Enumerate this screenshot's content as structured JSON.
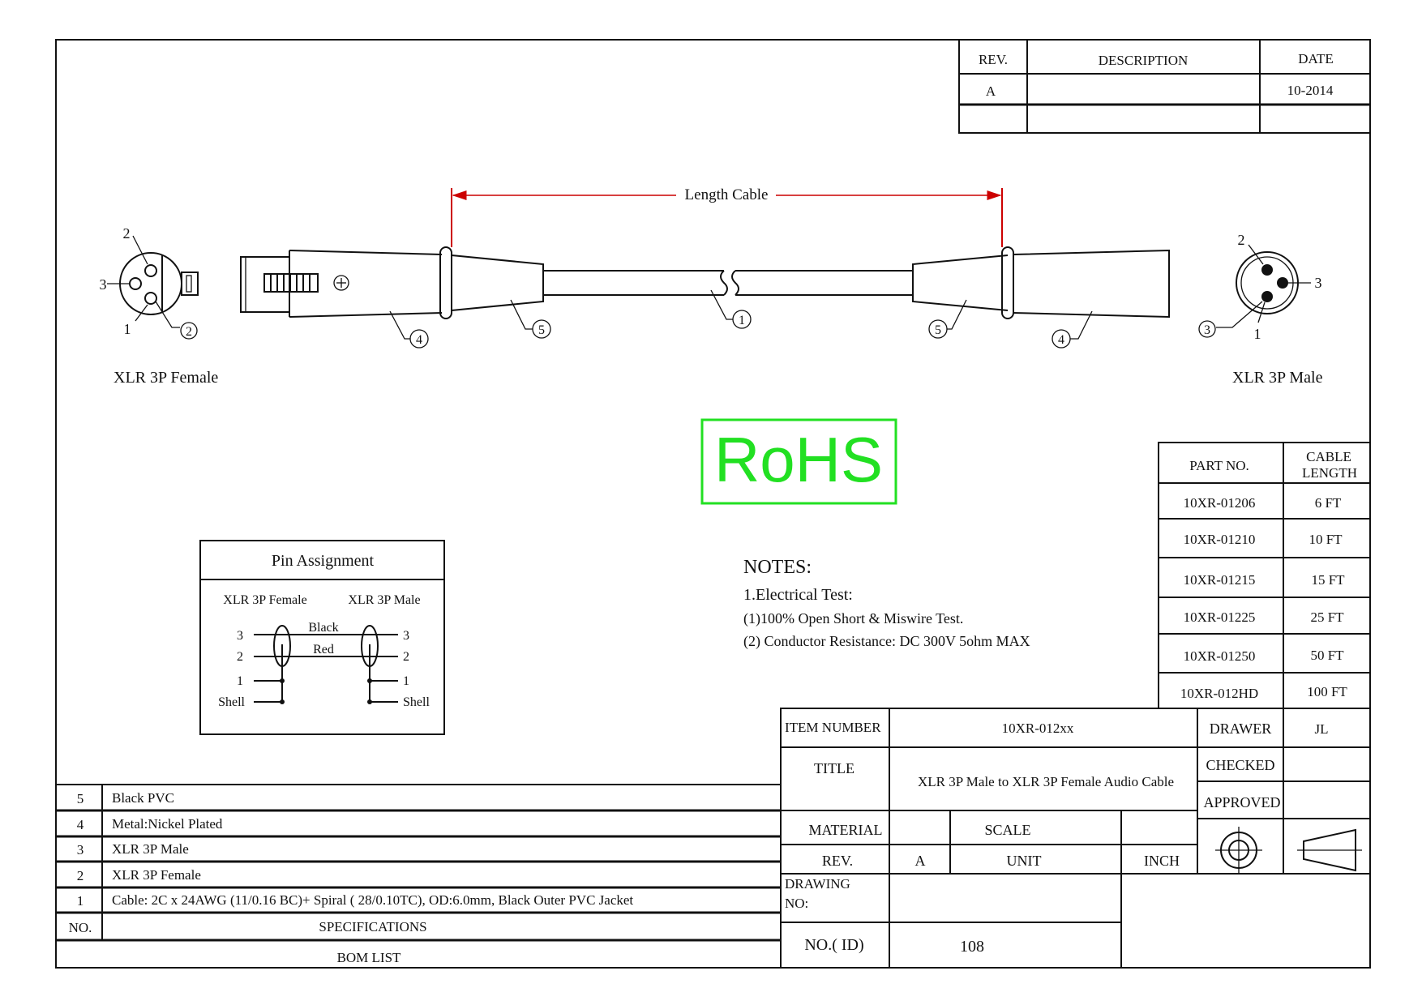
{
  "revision_block": {
    "headers": [
      "REV.",
      "DESCRIPTION",
      "DATE"
    ],
    "rows": [
      [
        "A",
        "",
        "10-2014"
      ],
      [
        "",
        "",
        ""
      ]
    ]
  },
  "dimension": {
    "label": "Length Cable"
  },
  "connectors": {
    "left_label": "XLR 3P Female",
    "right_label": "XLR 3P Male"
  },
  "callouts": [
    "1",
    "2",
    "3",
    "4",
    "5"
  ],
  "pin_numbers": [
    "1",
    "2",
    "3"
  ],
  "rohs": {
    "text": "RoHS",
    "color": "#22e022"
  },
  "pin_assignment": {
    "title": "Pin Assignment",
    "left_header": "XLR 3P Female",
    "right_header": "XLR 3P Male",
    "wire_labels": [
      "Black",
      "Red"
    ],
    "left_pins": [
      "3",
      "2",
      "1",
      "Shell"
    ],
    "right_pins": [
      "3",
      "2",
      "1",
      "Shell"
    ]
  },
  "notes": {
    "heading": "NOTES:",
    "lines": [
      "1.Electrical Test:",
      "(1)100% Open Short & Miswire Test.",
      "(2) Conductor Resistance: DC 300V  5ohm MAX"
    ]
  },
  "part_table": {
    "headers": [
      "PART NO.",
      "CABLE",
      "LENGTH"
    ],
    "rows": [
      [
        "10XR-01206",
        "6 FT"
      ],
      [
        "10XR-01210",
        "10 FT"
      ],
      [
        "10XR-01215",
        "15 FT"
      ],
      [
        "10XR-01225",
        "25 FT"
      ],
      [
        "10XR-01250",
        "50 FT"
      ],
      [
        "10XR-012HD",
        "100 FT"
      ]
    ]
  },
  "title_block": {
    "item_number_label": "ITEM NUMBER",
    "item_number": "10XR-012xx",
    "title_label": "TITLE",
    "title": "XLR 3P Male to XLR 3P Female Audio Cable",
    "drawer_label": "DRAWER",
    "drawer": "JL",
    "checked_label": "CHECKED",
    "approved_label": "APPROVED",
    "material_label": "MATERIAL",
    "scale_label": "SCALE",
    "rev_label": "REV.",
    "rev": "A",
    "unit_label": "UNIT",
    "unit": "INCH",
    "drawing_no_label_1": "DRAWING",
    "drawing_no_label_2": "NO:",
    "id_label": "NO.( ID)",
    "id": "108"
  },
  "bom": {
    "rows": [
      [
        "5",
        "Black PVC"
      ],
      [
        "4",
        "Metal:Nickel Plated"
      ],
      [
        "3",
        "XLR 3P Male"
      ],
      [
        "2",
        "XLR 3P Female"
      ],
      [
        "1",
        "Cable: 2C x 24AWG (11/0.16 BC)+ Spiral ( 28/0.10TC), OD:6.0mm, Black Outer PVC Jacket"
      ]
    ],
    "header_no": "NO.",
    "header_spec": "SPECIFICATIONS",
    "footer": "BOM LIST"
  }
}
